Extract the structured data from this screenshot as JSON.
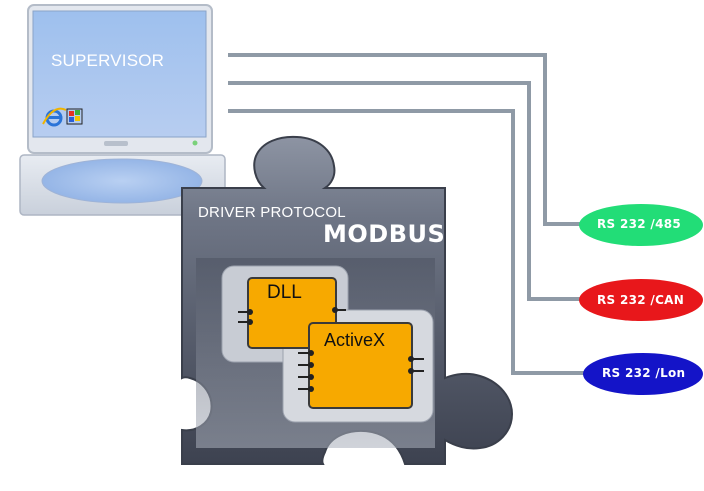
{
  "supervisor": {
    "label": "SUPERVISOR"
  },
  "driver": {
    "title": "DRIVER PROTOCOL",
    "protocol": "MODBUS"
  },
  "components": [
    {
      "label": "DLL"
    },
    {
      "label": "ActiveX"
    }
  ],
  "ports": [
    {
      "label": "RS 232 /485",
      "color": "#22dd77"
    },
    {
      "label": "RS 232 /CAN",
      "color": "#e8171b"
    },
    {
      "label": "RS 232 /Lon",
      "color": "#1414c8"
    }
  ],
  "colors": {
    "monitor_screen": "#a9c5ee",
    "monitor_frame": "#dde2ea",
    "connector_line": "#9aa6b2",
    "puzzle_body": "#5a6070",
    "component_fill": "#f7a900"
  },
  "icons": [
    "ie-icon",
    "windows-icon"
  ]
}
